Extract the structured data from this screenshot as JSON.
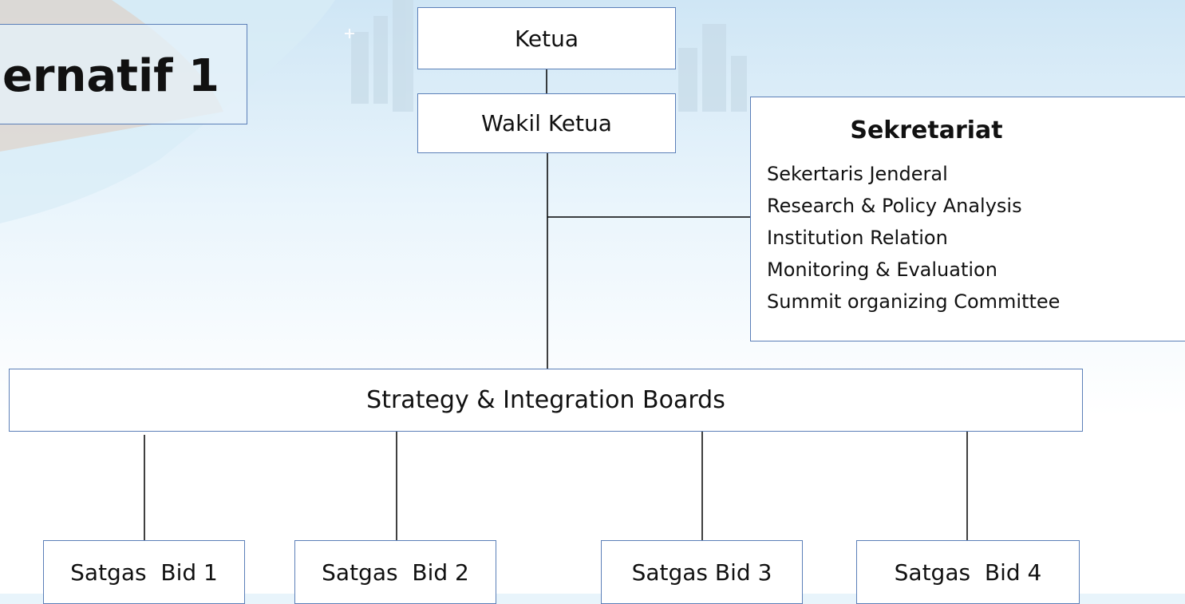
{
  "title": "ernatif 1",
  "nodes": {
    "ketua": "Ketua",
    "wakil_ketua": "Wakil Ketua",
    "strategy": "Strategy & Integration Boards",
    "satgas": [
      "Satgas  Bid 1",
      "Satgas  Bid 2",
      "Satgas Bid 3",
      "Satgas  Bid 4"
    ]
  },
  "sekretariat": {
    "title": "Sekretariat",
    "items": [
      "Sekertaris Jenderal",
      "Research & Policy Analysis",
      "Institution Relation",
      "Monitoring & Evaluation",
      "Summit organizing Committee"
    ]
  },
  "colors": {
    "border": "#5b7fb8",
    "line": "#000000",
    "background": "#e8f4fb"
  }
}
